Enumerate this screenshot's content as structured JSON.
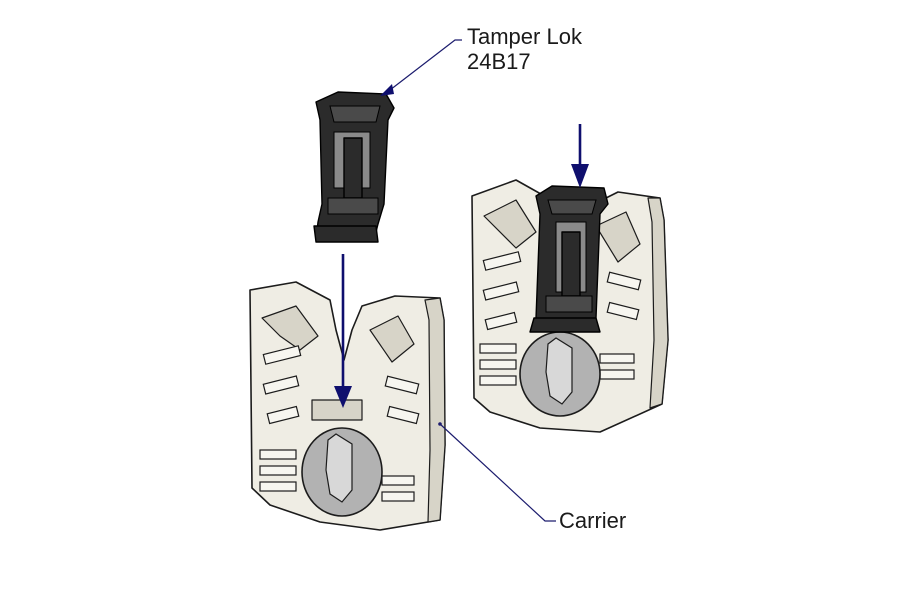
{
  "labels": {
    "tamper_lok_line1": "Tamper Lok",
    "tamper_lok_line2": "24B17",
    "carrier": "Carrier"
  },
  "colors": {
    "carrier_body": "#efede4",
    "clip": "#2b2b2b",
    "arrow": "#0f0f6e",
    "leader": "#1c1c6e"
  }
}
